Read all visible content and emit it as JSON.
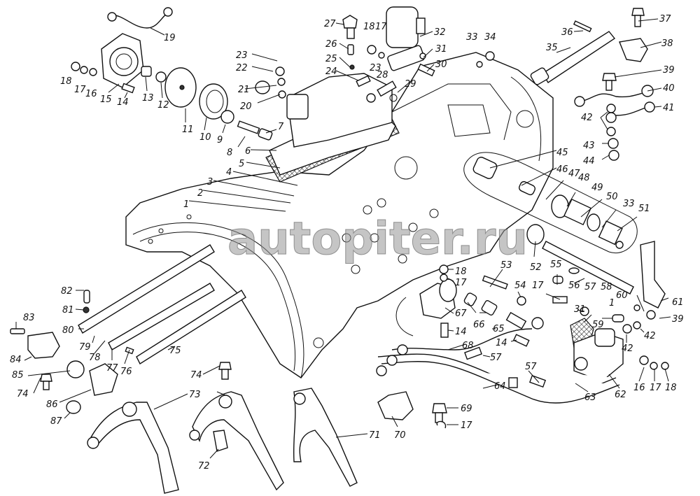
{
  "diagram": {
    "title": "Gearbox housing and shift mechanism exploded view",
    "watermark": "autopiter.ru",
    "callouts": [
      {
        "id": "c1",
        "label": "1"
      },
      {
        "id": "c2",
        "label": "2"
      },
      {
        "id": "c3",
        "label": "3"
      },
      {
        "id": "c4",
        "label": "4"
      },
      {
        "id": "c5",
        "label": "5"
      },
      {
        "id": "c6",
        "label": "6"
      },
      {
        "id": "c7",
        "label": "7"
      },
      {
        "id": "c8",
        "label": "8"
      },
      {
        "id": "c9",
        "label": "9"
      },
      {
        "id": "c10",
        "label": "10"
      },
      {
        "id": "c11",
        "label": "11"
      },
      {
        "id": "c12",
        "label": "12"
      },
      {
        "id": "c13",
        "label": "13"
      },
      {
        "id": "c14a",
        "label": "14"
      },
      {
        "id": "c15",
        "label": "15"
      },
      {
        "id": "c16a",
        "label": "16"
      },
      {
        "id": "c17a",
        "label": "17"
      },
      {
        "id": "c18a",
        "label": "18"
      },
      {
        "id": "c19",
        "label": "19"
      },
      {
        "id": "c20",
        "label": "20"
      },
      {
        "id": "c21",
        "label": "21"
      },
      {
        "id": "c22",
        "label": "22"
      },
      {
        "id": "c23a",
        "label": "23"
      },
      {
        "id": "c24",
        "label": "24"
      },
      {
        "id": "c25",
        "label": "25"
      },
      {
        "id": "c26",
        "label": "26"
      },
      {
        "id": "c27",
        "label": "27"
      },
      {
        "id": "c18b",
        "label": "18"
      },
      {
        "id": "c17b",
        "label": "17"
      },
      {
        "id": "c32",
        "label": "32"
      },
      {
        "id": "c31a",
        "label": "31"
      },
      {
        "id": "c30",
        "label": "30"
      },
      {
        "id": "c23b",
        "label": "23"
      },
      {
        "id": "c28",
        "label": "28"
      },
      {
        "id": "c29",
        "label": "29"
      },
      {
        "id": "c33a",
        "label": "33"
      },
      {
        "id": "c34",
        "label": "34"
      },
      {
        "id": "c35",
        "label": "35"
      },
      {
        "id": "c36",
        "label": "36"
      },
      {
        "id": "c37",
        "label": "37"
      },
      {
        "id": "c38",
        "label": "38"
      },
      {
        "id": "c39a",
        "label": "39"
      },
      {
        "id": "c40",
        "label": "40"
      },
      {
        "id": "c41",
        "label": "41"
      },
      {
        "id": "c42a",
        "label": "42"
      },
      {
        "id": "c43",
        "label": "43"
      },
      {
        "id": "c44",
        "label": "44"
      },
      {
        "id": "c45",
        "label": "45"
      },
      {
        "id": "c46",
        "label": "46"
      },
      {
        "id": "c47",
        "label": "47"
      },
      {
        "id": "c48",
        "label": "48"
      },
      {
        "id": "c49",
        "label": "49"
      },
      {
        "id": "c50",
        "label": "50"
      },
      {
        "id": "c33b",
        "label": "33"
      },
      {
        "id": "c51",
        "label": "51"
      },
      {
        "id": "c52",
        "label": "52"
      },
      {
        "id": "c53",
        "label": "53"
      },
      {
        "id": "c55",
        "label": "55"
      },
      {
        "id": "c18c",
        "label": "18"
      },
      {
        "id": "c17c",
        "label": "17"
      },
      {
        "id": "c54",
        "label": "54"
      },
      {
        "id": "c17d",
        "label": "17"
      },
      {
        "id": "c56",
        "label": "56"
      },
      {
        "id": "c57a",
        "label": "57"
      },
      {
        "id": "c58",
        "label": "58"
      },
      {
        "id": "c60",
        "label": "60"
      },
      {
        "id": "c61",
        "label": "61"
      },
      {
        "id": "c1b",
        "label": "1"
      },
      {
        "id": "c31b",
        "label": "31"
      },
      {
        "id": "c39b",
        "label": "39"
      },
      {
        "id": "c59",
        "label": "59"
      },
      {
        "id": "c42b",
        "label": "42"
      },
      {
        "id": "c42c",
        "label": "42"
      },
      {
        "id": "c67",
        "label": "67"
      },
      {
        "id": "c66",
        "label": "66"
      },
      {
        "id": "c65",
        "label": "65"
      },
      {
        "id": "c14b",
        "label": "14"
      },
      {
        "id": "c14c",
        "label": "14"
      },
      {
        "id": "c68",
        "label": "68"
      },
      {
        "id": "c57b",
        "label": "57"
      },
      {
        "id": "c57c",
        "label": "57"
      },
      {
        "id": "c64",
        "label": "64"
      },
      {
        "id": "c63",
        "label": "63"
      },
      {
        "id": "c62",
        "label": "62"
      },
      {
        "id": "c16b",
        "label": "16"
      },
      {
        "id": "c17e",
        "label": "17"
      },
      {
        "id": "c18d",
        "label": "18"
      },
      {
        "id": "c69",
        "label": "69"
      },
      {
        "id": "c17f",
        "label": "17"
      },
      {
        "id": "c70",
        "label": "70"
      },
      {
        "id": "c71",
        "label": "71"
      },
      {
        "id": "c72",
        "label": "72"
      },
      {
        "id": "c73",
        "label": "73"
      },
      {
        "id": "c74a",
        "label": "74"
      },
      {
        "id": "c74b",
        "label": "74"
      },
      {
        "id": "c75",
        "label": "75"
      },
      {
        "id": "c76",
        "label": "76"
      },
      {
        "id": "c77",
        "label": "77"
      },
      {
        "id": "c78",
        "label": "78"
      },
      {
        "id": "c79",
        "label": "79"
      },
      {
        "id": "c80",
        "label": "80"
      },
      {
        "id": "c81",
        "label": "81"
      },
      {
        "id": "c82",
        "label": "82"
      },
      {
        "id": "c83",
        "label": "83"
      },
      {
        "id": "c84",
        "label": "84"
      },
      {
        "id": "c85",
        "label": "85"
      },
      {
        "id": "c86",
        "label": "86"
      },
      {
        "id": "c87",
        "label": "87"
      }
    ]
  }
}
